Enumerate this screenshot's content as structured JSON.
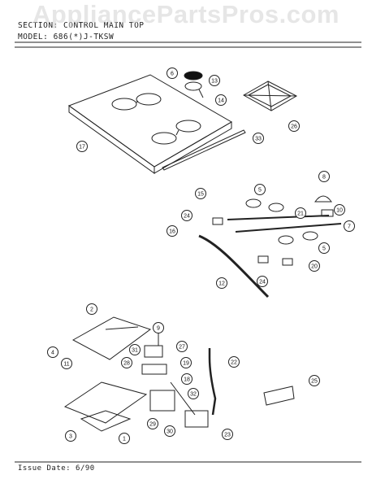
{
  "header": {
    "section_label": "SECTION:",
    "section_value": "CONTROL MAIN TOP",
    "model_label": "MODEL:",
    "model_value": "686(*)J-TKSW"
  },
  "watermark": "AppliancePartsPros.com",
  "footer": {
    "issue_label": "Issue Date:",
    "issue_date": "6/90"
  },
  "callouts": [
    "6",
    "13",
    "14",
    "17",
    "33",
    "26",
    "8",
    "15",
    "5",
    "24",
    "10",
    "21",
    "7",
    "16",
    "5",
    "20",
    "12",
    "24",
    "2",
    "9",
    "4",
    "31",
    "27",
    "19",
    "28",
    "18",
    "22",
    "11",
    "25",
    "32",
    "3",
    "1",
    "29",
    "30",
    "23"
  ],
  "colors": {
    "ink": "#222222",
    "watermark": "#d2d2d2",
    "paper": "#ffffff"
  }
}
